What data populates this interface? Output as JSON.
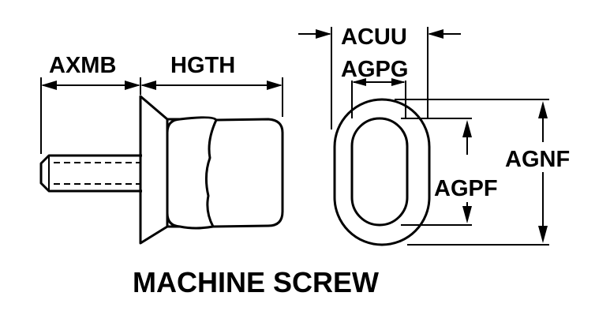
{
  "diagram": {
    "title": "MACHINE SCREW",
    "dimensions": {
      "axmb": "AXMB",
      "hgth": "HGTH",
      "acuu": "ACUU",
      "agpg": "AGPG",
      "agpf": "AGPF",
      "agnf": "AGNF"
    },
    "colors": {
      "line": "#000000",
      "background": "#ffffff"
    }
  }
}
